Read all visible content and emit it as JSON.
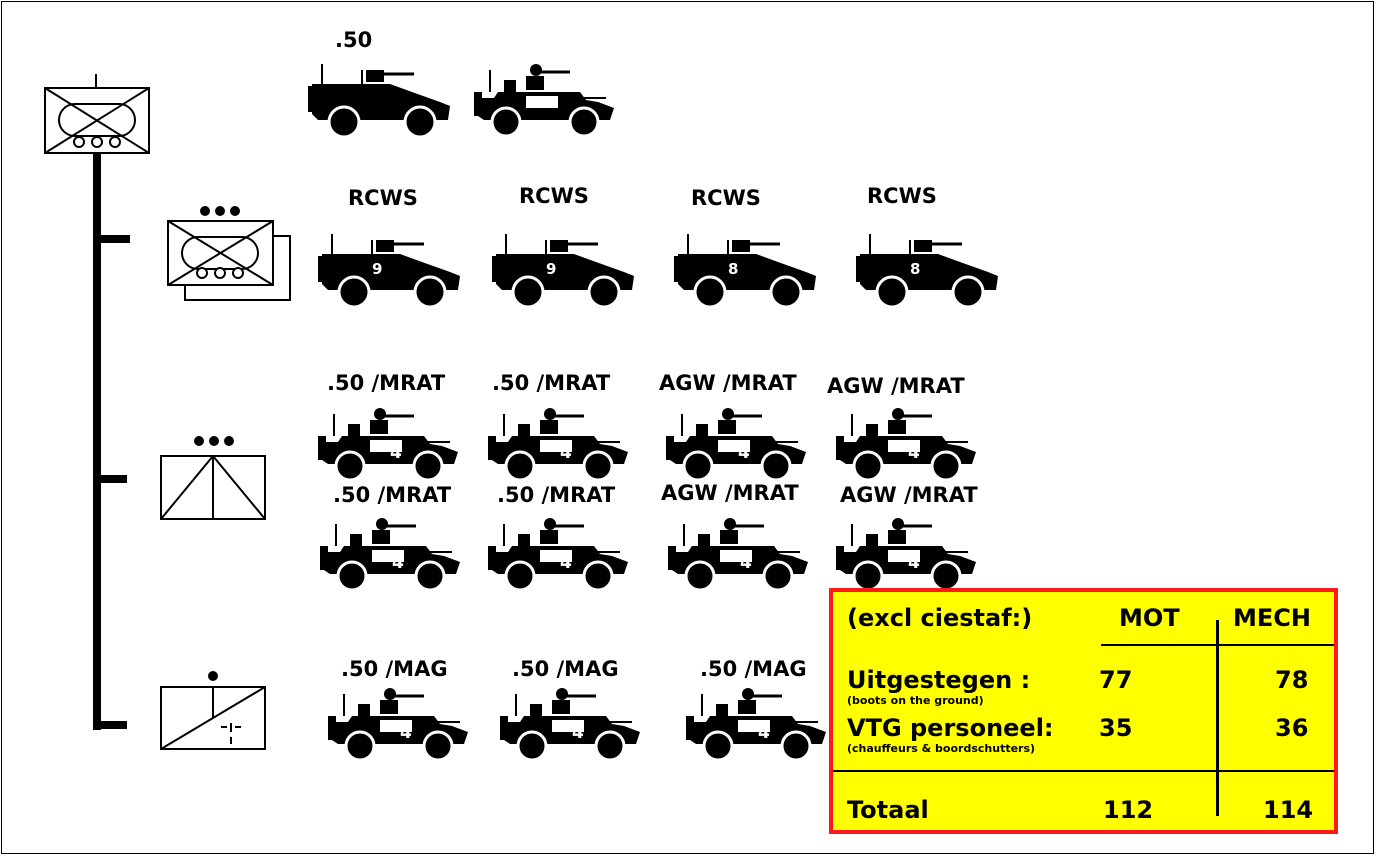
{
  "groups": [
    {
      "symbol": "hq-armored",
      "vehicles": [
        {
          "label": ".50",
          "kind": "truck",
          "number": ""
        },
        {
          "label": "",
          "kind": "jeep",
          "number": ""
        }
      ]
    },
    {
      "symbol": "platoon-armored",
      "vehicles": [
        {
          "label": "RCWS",
          "kind": "truck",
          "number": "9"
        },
        {
          "label": "RCWS",
          "kind": "truck",
          "number": "9"
        },
        {
          "label": "RCWS",
          "kind": "truck",
          "number": "8"
        },
        {
          "label": "RCWS",
          "kind": "truck",
          "number": "8"
        }
      ]
    },
    {
      "symbol": "platoon-anti-armor",
      "vehicles": [
        {
          "label": ".50 /MRAT",
          "kind": "jeep",
          "number": "4"
        },
        {
          "label": ".50 /MRAT",
          "kind": "jeep",
          "number": "4"
        },
        {
          "label": "AGW /MRAT",
          "kind": "jeep",
          "number": "4"
        },
        {
          "label": "AGW /MRAT",
          "kind": "jeep",
          "number": "4"
        },
        {
          "label": ".50 /MRAT",
          "kind": "jeep",
          "number": "4"
        },
        {
          "label": ".50 /MRAT",
          "kind": "jeep",
          "number": "4"
        },
        {
          "label": "AGW /MRAT",
          "kind": "jeep",
          "number": "4"
        },
        {
          "label": "AGW /MRAT",
          "kind": "jeep",
          "number": "4"
        }
      ]
    },
    {
      "symbol": "section-weapons",
      "vehicles": [
        {
          "label": ".50 /MAG",
          "kind": "jeep",
          "number": "4"
        },
        {
          "label": ".50 /MAG",
          "kind": "jeep",
          "number": "4"
        },
        {
          "label": ".50 /MAG",
          "kind": "jeep",
          "number": "4"
        }
      ]
    }
  ],
  "summary": {
    "header": "(excl ciestaf:)",
    "col_mot": "MOT",
    "col_mech": "MECH",
    "rows": [
      {
        "label": "Uitgestegen     :",
        "note": "(boots on the ground)",
        "mot": "77",
        "mech": "78"
      },
      {
        "label": "VTG  personeel:",
        "note": "(chauffeurs & boordschutters)",
        "mot": "35",
        "mech": "36"
      }
    ],
    "total_label": "Totaal",
    "total_mot": "112",
    "total_mech": "114",
    "colors": {
      "fill": "#ffff00",
      "border": "#ff1a1a"
    }
  }
}
